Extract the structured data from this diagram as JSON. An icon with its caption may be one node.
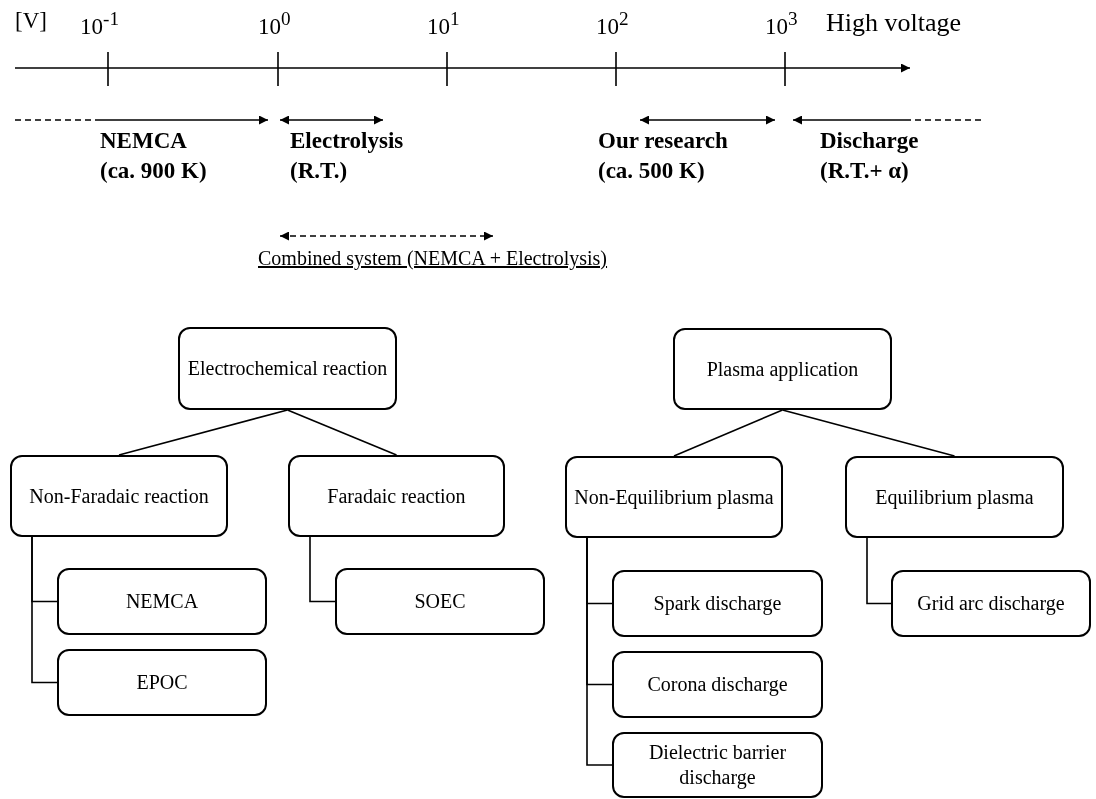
{
  "diagram": {
    "nodes": [
      {
        "text": [
          "Electrochemical reaction"
        ]
      },
      {
        "text": [
          "Non-Faradaic reaction"
        ]
      },
      {
        "text": [
          "Faradaic reaction"
        ]
      },
      {
        "text": [
          "NEMCA"
        ]
      },
      {
        "text": [
          "EPOC"
        ]
      },
      {
        "text": [
          "SOEC"
        ]
      },
      {
        "text": [
          "Plasma application"
        ]
      },
      {
        "text": [
          "Non-Equilibrium plasma"
        ]
      },
      {
        "text": [
          "Equilibrium plasma"
        ]
      },
      {
        "text": [
          "Spark discharge"
        ]
      },
      {
        "text": [
          "Corona discharge"
        ]
      },
      {
        "text": [
          "Dielectric barrier discharge"
        ]
      },
      {
        "text": [
          "Grid arc discharge"
        ]
      }
    ],
    "edges": [
      {
        "from": 0,
        "to": 1,
        "arrow": "none"
      },
      {
        "from": 0,
        "to": 2,
        "arrow": "none"
      },
      {
        "from": 1,
        "to": 3,
        "arrow": "none"
      },
      {
        "from": 1,
        "to": 4,
        "arrow": "none"
      },
      {
        "from": 2,
        "to": 5,
        "arrow": "none"
      },
      {
        "from": 6,
        "to": 7,
        "arrow": "none"
      },
      {
        "from": 6,
        "to": 8,
        "arrow": "none"
      },
      {
        "from": 7,
        "to": 9,
        "arrow": "none"
      },
      {
        "from": 7,
        "to": 10,
        "arrow": "none"
      },
      {
        "from": 7,
        "to": 11,
        "arrow": "none"
      },
      {
        "from": 8,
        "to": 12,
        "arrow": "none"
      }
    ],
    "labels": [
      "[V]",
      "10$^{-1}$",
      "10$^{0}$",
      "10$^{1}$",
      "10$^{2}$",
      "10$^{3}$",
      "High voltage",
      "NEMCA",
      "(ca. 900 K)",
      "Electrolysis",
      "(R.T.)",
      "Our research",
      "(ca. 500 K)",
      "Discharge",
      "(R.T.+ α)",
      "Combined system (NEMCA + Electrolysis)"
    ]
  }
}
